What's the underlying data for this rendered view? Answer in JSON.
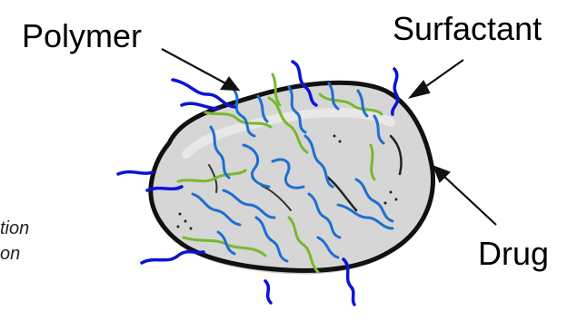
{
  "labels": {
    "polymer": "Polymer",
    "surfactant": "Surfactant",
    "drug": "Drug"
  },
  "edge_text": {
    "line1": "tion",
    "line2": "on"
  },
  "colors": {
    "polymer": "#1f6fd1",
    "surfactant_inner": "#7ab82e",
    "surfactant_outer": "#0a14d6",
    "particle_fill": "#d6d6d6",
    "particle_outline": "#111111"
  }
}
